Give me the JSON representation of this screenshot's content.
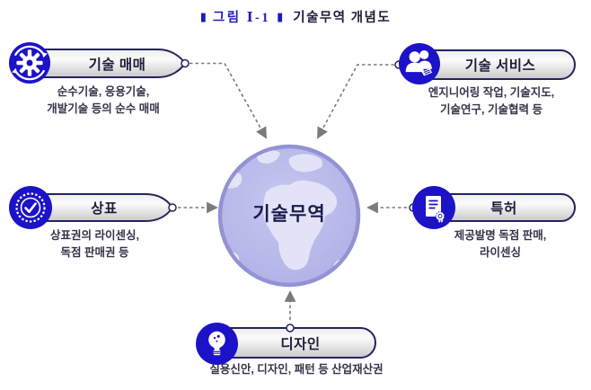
{
  "title": {
    "marker": "▮",
    "figure_no": "그림 Ⅰ-1",
    "text": "기술무역 개념도"
  },
  "center": {
    "label": "기술무역"
  },
  "nodes": [
    {
      "label": "기술 매매",
      "icon": "gear-icon",
      "desc": [
        "순수기술, 응용기술,",
        "개발기술 등의 순수 매매"
      ]
    },
    {
      "label": "기술 서비스",
      "icon": "people-icon",
      "desc": [
        "엔지니어링 작업, 기술지도,",
        "기술연구, 기술협력 등"
      ]
    },
    {
      "label": "상표",
      "icon": "seal-icon",
      "desc": [
        "상표권의 라이센싱,",
        "독점 판매권 등"
      ]
    },
    {
      "label": "특허",
      "icon": "certificate-icon",
      "desc": [
        "제공발명 독점 판매,",
        "라이센싱"
      ]
    },
    {
      "label": "디자인",
      "icon": "bulb-icon",
      "desc": [
        "실용신안, 디자인, 패턴 등 산업재산권"
      ]
    }
  ],
  "colors": {
    "icon_blue": "#1c12c8",
    "bar_border": "#23235f",
    "bar_fill_top": "#ededed",
    "bar_fill_bottom": "#c9c9c9",
    "globe_ocean": "#b7b7ea",
    "globe_land": "#e3e3f8",
    "globe_ring": "#9292d4",
    "arrow_gray": "#7b7b7b",
    "title_blue": "#1b1bbe",
    "text_dark": "#1d1d3a",
    "desc_text": "#34344a"
  }
}
